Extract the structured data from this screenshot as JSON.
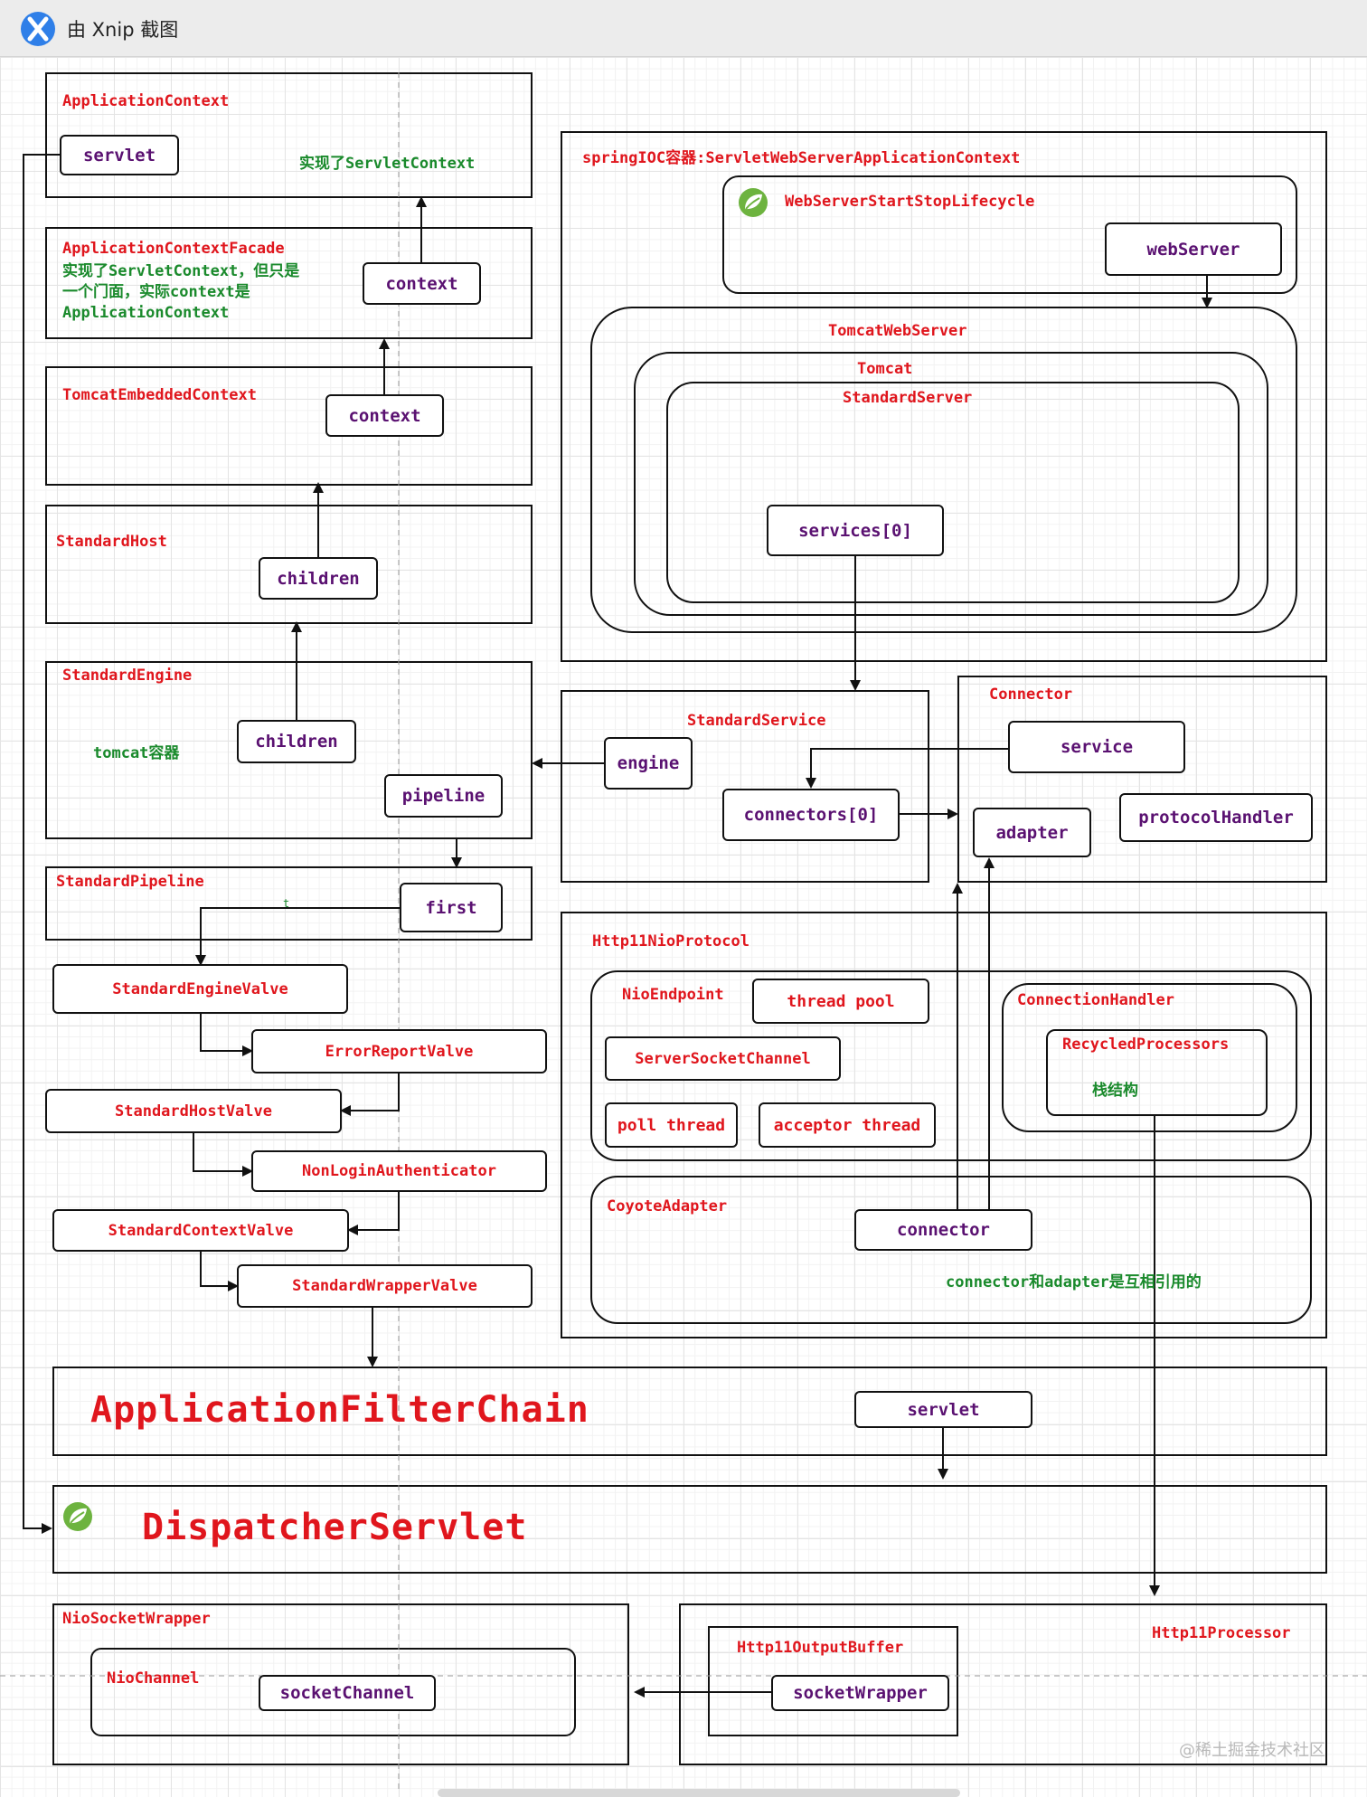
{
  "window": {
    "title": "由 Xnip 截图",
    "icon": "xnip-app-icon"
  },
  "diagram": {
    "application_context": {
      "title": "ApplicationContext",
      "servlet": "servlet",
      "note": "实现了ServletContext"
    },
    "application_context_facade": {
      "title": "ApplicationContextFacade",
      "note_lines": [
        "实现了ServletContext，但只是",
        "一个门面，实际context是"
      ],
      "note_last": "ApplicationContext",
      "context": "context"
    },
    "tomcat_embedded_context": {
      "title": "TomcatEmbeddedContext",
      "context": "context"
    },
    "standard_host": {
      "title": "StandardHost",
      "children": "children"
    },
    "standard_engine": {
      "title": "StandardEngine",
      "note": "tomcat容器",
      "children": "children",
      "pipeline": "pipeline"
    },
    "standard_pipeline": {
      "title": "StandardPipeline",
      "first": "first",
      "stray_mark": "t"
    },
    "valves": [
      "StandardEngineValve",
      "ErrorReportValve",
      "StandardHostValve",
      "NonLoginAuthenticator",
      "StandardContextValve",
      "StandardWrapperValve"
    ],
    "spring_ioc": {
      "title": "springIOC容器:ServletWebServerApplicationContext",
      "lifecycle": {
        "title": "WebServerStartStopLifecycle",
        "web_server": "webServer"
      },
      "tomcat_web_server": "TomcatWebServer",
      "tomcat": "Tomcat",
      "standard_server": "StandardServer",
      "services": "services[0]"
    },
    "standard_service": {
      "title": "StandardService",
      "engine": "engine",
      "connectors": "connectors[0]"
    },
    "connector": {
      "title": "Connector",
      "service": "service",
      "adapter": "adapter",
      "protocol_handler": "protocolHandler"
    },
    "http11_nio_protocol": {
      "title": "Http11NioProtocol",
      "nio_endpoint": {
        "title": "NioEndpoint",
        "thread_pool": "thread pool",
        "server_socket_channel": "ServerSocketChannel",
        "poll_thread": "poll thread",
        "acceptor_thread": "acceptor thread"
      },
      "connection_handler": {
        "title": "ConnectionHandler",
        "recycled_processors": "RecycledProcessors",
        "note": "栈结构"
      },
      "coyote_adapter": {
        "title": "CoyoteAdapter",
        "connector": "connector",
        "note": "connector和adapter是互相引用的"
      }
    },
    "filter_chain": {
      "title": "ApplicationFilterChain",
      "servlet": "servlet"
    },
    "dispatcher_servlet": {
      "title": "DispatcherServlet"
    },
    "nio_socket_wrapper": {
      "title": "NioSocketWrapper",
      "nio_channel": "NioChannel",
      "socket_channel": "socketChannel"
    },
    "http11_processor": {
      "title": "Http11Processor",
      "output_buffer": "Http11OutputBuffer",
      "socket_wrapper": "socketWrapper"
    },
    "watermark": "@稀土掘金技术社区",
    "icons": [
      "spring-leaf-icon",
      "arrow-icon"
    ],
    "colors": {
      "label_red": "#e0161d",
      "pill_purple": "#5a1171",
      "note_green": "#1a8a2c",
      "line": "#111111"
    }
  }
}
